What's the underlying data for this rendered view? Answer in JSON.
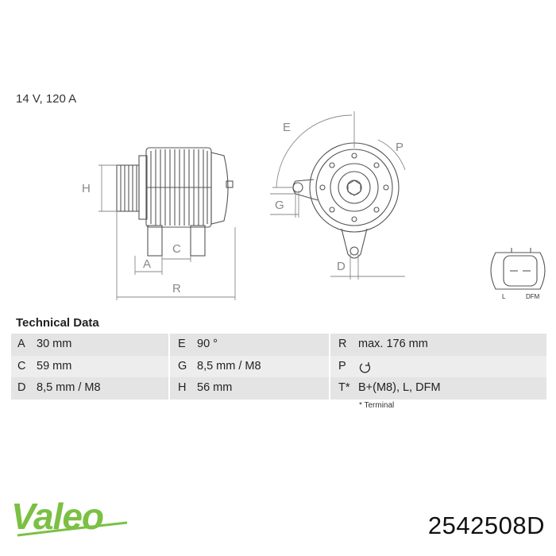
{
  "spec_line": "14 V, 120 A",
  "diagram": {
    "dim_labels": {
      "H": "H",
      "A": "A",
      "C": "C",
      "R": "R",
      "E": "E",
      "P": "P",
      "G": "G",
      "D": "D"
    },
    "connector_labels": {
      "L": "L",
      "DFM": "DFM"
    }
  },
  "technical": {
    "title": "Technical Data",
    "rows": [
      [
        {
          "k": "A",
          "v": "30 mm"
        },
        {
          "k": "E",
          "v": "90 °"
        },
        {
          "k": "R",
          "v": "max. 176 mm"
        }
      ],
      [
        {
          "k": "C",
          "v": "59 mm"
        },
        {
          "k": "G",
          "v": "8,5 mm / M8"
        },
        {
          "k": "P",
          "v": ""
        }
      ],
      [
        {
          "k": "D",
          "v": "8,5 mm / M8"
        },
        {
          "k": "H",
          "v": "56 mm"
        },
        {
          "k": "T*",
          "v": "B+(M8), L, DFM"
        }
      ]
    ],
    "footnote": "* Terminal",
    "rotation_icon": "clockwise-rotation-icon"
  },
  "brand": {
    "name": "Valeo",
    "color": "#7bc043"
  },
  "part_number": "2542508D"
}
